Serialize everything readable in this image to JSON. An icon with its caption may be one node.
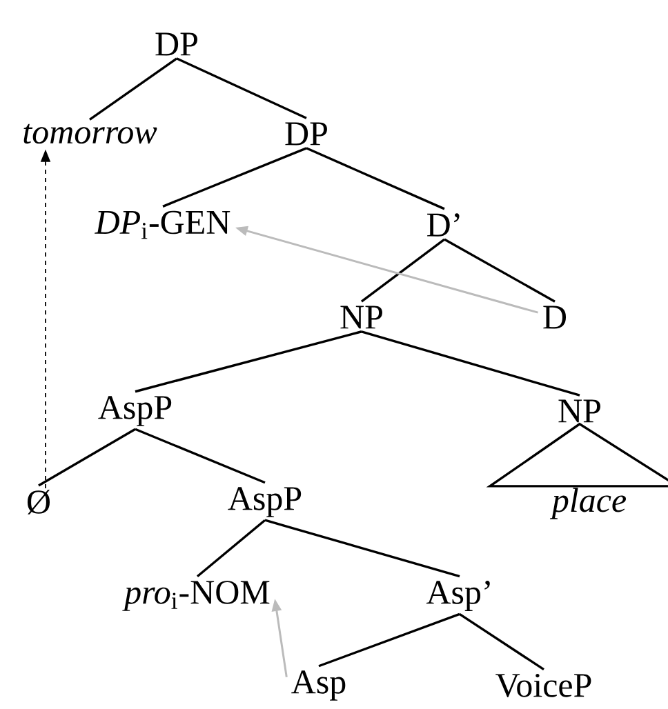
{
  "diagram": {
    "nodes": [
      {
        "text": [
          "DP"
        ]
      },
      {
        "text": [
          "*tomorrow*"
        ]
      },
      {
        "text": [
          "DP"
        ]
      },
      {
        "text": [
          "*DP*$_{i}$-GEN"
        ]
      },
      {
        "text": [
          "D’"
        ]
      },
      {
        "text": [
          "NP"
        ]
      },
      {
        "text": [
          "D"
        ]
      },
      {
        "text": [
          "AspP"
        ]
      },
      {
        "text": [
          "NP"
        ]
      },
      {
        "text": [
          "*place*"
        ]
      },
      {
        "text": [
          "Ø"
        ]
      },
      {
        "text": [
          "AspP"
        ]
      },
      {
        "text": [
          "*pro*$_{i}$-NOM"
        ]
      },
      {
        "text": [
          "Asp’"
        ]
      },
      {
        "text": [
          "Asp"
        ]
      },
      {
        "text": [
          "VoiceP"
        ]
      }
    ],
    "edges": [
      {
        "from": 0,
        "to": 1,
        "arrow": "none"
      },
      {
        "from": 0,
        "to": 2,
        "arrow": "none"
      },
      {
        "from": 2,
        "to": 3,
        "arrow": "none"
      },
      {
        "from": 2,
        "to": 4,
        "arrow": "none"
      },
      {
        "from": 4,
        "to": 5,
        "arrow": "none"
      },
      {
        "from": 4,
        "to": 6,
        "arrow": "none"
      },
      {
        "from": 5,
        "to": 7,
        "arrow": "none"
      },
      {
        "from": 5,
        "to": 8,
        "arrow": "none"
      },
      {
        "from": 8,
        "to": 9,
        "arrow": "none"
      },
      {
        "from": 7,
        "to": 10,
        "arrow": "none"
      },
      {
        "from": 7,
        "to": 11,
        "arrow": "none"
      },
      {
        "from": 11,
        "to": 12,
        "arrow": "none"
      },
      {
        "from": 11,
        "to": 13,
        "arrow": "none"
      },
      {
        "from": 13,
        "to": 14,
        "arrow": "none"
      },
      {
        "from": 13,
        "to": 15,
        "arrow": "none"
      },
      {
        "from": 10,
        "to": 1,
        "arrow": "to",
        "style": "dashed"
      },
      {
        "from": 6,
        "to": 3,
        "arrow": "to",
        "color": "#bbbbbb"
      },
      {
        "from": 14,
        "to": 12,
        "arrow": "to",
        "color": "#bbbbbb"
      }
    ]
  }
}
